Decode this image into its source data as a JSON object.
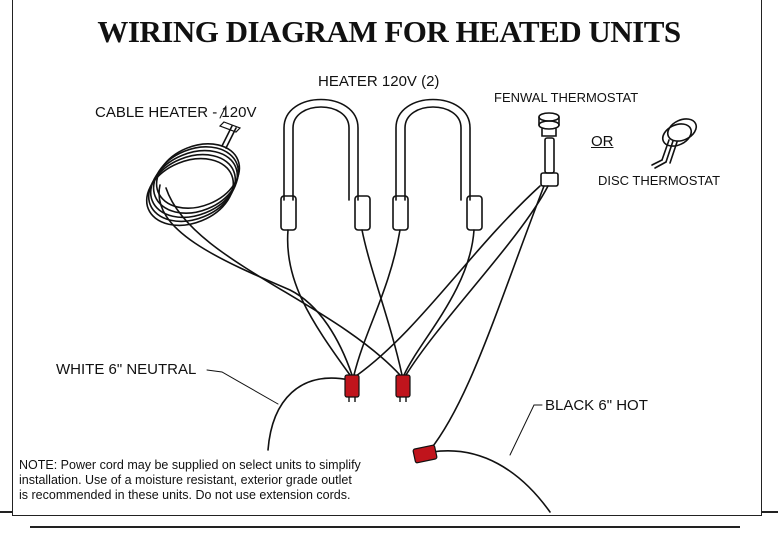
{
  "title": "WIRING DIAGRAM FOR HEATED UNITS",
  "labels": {
    "heater": "HEATER 120V (2)",
    "cable_heater": "CABLE HEATER - 120V",
    "fenwal": "FENWAL THERMOSTAT",
    "or": "OR",
    "disc": "DISC THERMOSTAT",
    "white_neutral": "WHITE 6\" NEUTRAL",
    "black_hot": "BLACK 6\" HOT"
  },
  "note": "NOTE: Power cord may be supplied on select units to simplify installation. Use of a moisture resistant, exterior grade outlet is  recommended in these units. Do not use extension cords.",
  "colors": {
    "line": "#111111",
    "connector": "#c0141c"
  }
}
